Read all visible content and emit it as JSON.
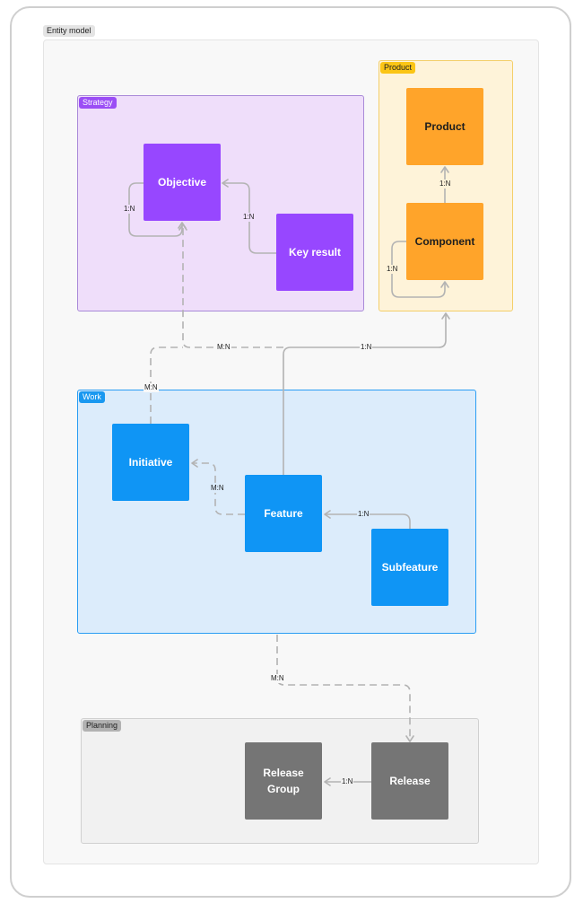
{
  "canvas": {
    "title": "Entity model"
  },
  "groups": {
    "strategy": {
      "label": "Strategy",
      "color": "#9b4ef5",
      "fill": "#efdefa"
    },
    "product": {
      "label": "Product",
      "color": "#fbc515",
      "fill": "#fef3d9"
    },
    "work": {
      "label": "Work",
      "color": "#1998f0",
      "fill": "#dcecfb"
    },
    "planning": {
      "label": "Planning",
      "color": "#b2b2b2",
      "fill": "#f1f1f1"
    }
  },
  "nodes": {
    "objective": "Objective",
    "key_result": "Key result",
    "product": "Product",
    "component": "Component",
    "initiative": "Initiative",
    "feature": "Feature",
    "subfeature": "Subfeature",
    "release_group": "Release\nGroup",
    "release": "Release"
  },
  "edges": {
    "objective_self": "1:N",
    "keyresult_objective": "1:N",
    "component_product": "1:N",
    "component_self": "1:N",
    "feature_objective": "M:N",
    "feature_component": "1:N",
    "initiative_objective": "M:N",
    "feature_initiative": "M:N",
    "subfeature_feature": "1:N",
    "work_release": "M:N",
    "release_releasegroup": "1:N"
  },
  "colors": {
    "edge_solid": "#b3b3b3",
    "edge_dashed": "#b3b3b3",
    "node_purple": "#9747ff",
    "node_orange": "#ffa42a",
    "node_blue": "#0f95f5",
    "node_gray": "#757575"
  }
}
